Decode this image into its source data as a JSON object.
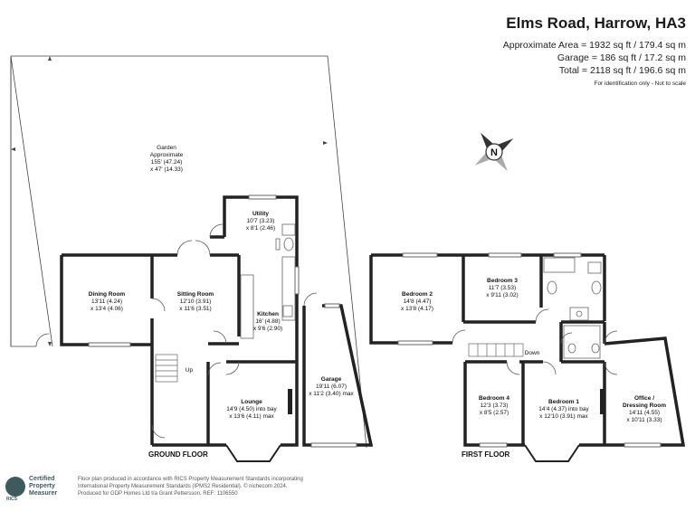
{
  "header": {
    "title": "Elms Road, Harrow, HA3",
    "area_approx": "Approximate Area = 1932 sq ft / 179.4 sq m",
    "area_garage": "Garage = 186 sq ft / 17.2 sq m",
    "area_total": "Total = 2118 sq ft / 196.6 sq m",
    "note": "For identification only - Not to scale"
  },
  "compass": {
    "label": "N"
  },
  "garden": {
    "name": "Garden",
    "line1": "Approximate",
    "line2": "155' (47.24)",
    "line3": "x 47' (14.33)"
  },
  "ground_floor": {
    "label": "GROUND FLOOR",
    "up_label": "Up",
    "rooms": {
      "utility": {
        "name": "Utility",
        "dim1": "10'7 (3.23)",
        "dim2": "x 8'1 (2.46)"
      },
      "dining": {
        "name": "Dining Room",
        "dim1": "13'11 (4.24)",
        "dim2": "x 13'4 (4.06)"
      },
      "sitting": {
        "name": "Sitting Room",
        "dim1": "12'10 (3.91)",
        "dim2": "x 11'6 (3.51)"
      },
      "kitchen": {
        "name": "Kitchen",
        "dim1": "16' (4.88)",
        "dim2": "x 9'6 (2.90)"
      },
      "lounge": {
        "name": "Lounge",
        "dim1": "14'9 (4.50) into bay",
        "dim2": "x 13'6 (4.11) max"
      },
      "garage": {
        "name": "Garage",
        "dim1": "19'11 (6.07)",
        "dim2": "x 11'2 (3.40) max"
      }
    }
  },
  "first_floor": {
    "label": "FIRST FLOOR",
    "down_label": "Down",
    "rooms": {
      "bed2": {
        "name": "Bedroom 2",
        "dim1": "14'8 (4.47)",
        "dim2": "x 13'8 (4.17)"
      },
      "bed3": {
        "name": "Bedroom 3",
        "dim1": "11'7 (3.53)",
        "dim2": "x 9'11 (3.02)"
      },
      "bed4": {
        "name": "Bedroom 4",
        "dim1": "12'3 (3.73)",
        "dim2": "x 8'5 (2.57)"
      },
      "bed1": {
        "name": "Bedroom 1",
        "dim1": "14'4 (4.37) into bay",
        "dim2": "x 12'10 (3.91) max"
      },
      "office": {
        "name": "Office /",
        "name2": "Dressing Room",
        "dim1": "14'11 (4.55)",
        "dim2": "x 10'11 (3.33)"
      }
    }
  },
  "footer": {
    "line1": "Floor plan produced in accordance with RICS Property Measurement Standards incorporating",
    "line2": "International Property Measurement Standards (IPMS2 Residential). © nichecom 2024.",
    "line3": "Produced for GDP Homes Ltd t/a Grant Pettersson.   REF:  1106550"
  },
  "badge": {
    "line1": "Certified",
    "line2": "Property",
    "line3": "Measurer",
    "brand": "RICS"
  }
}
